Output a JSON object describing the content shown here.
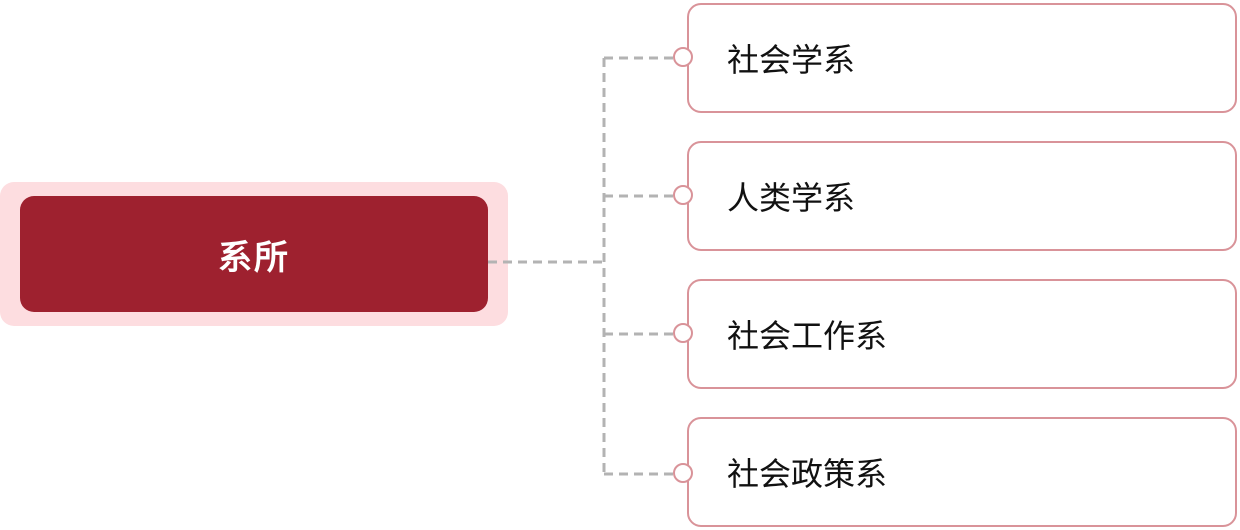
{
  "diagram": {
    "root": {
      "label": "系所"
    },
    "children": [
      {
        "label": "社会学系"
      },
      {
        "label": "人类学系"
      },
      {
        "label": "社会工作系"
      },
      {
        "label": "社会政策系"
      }
    ]
  },
  "colors": {
    "root_fill": "#9e212f",
    "root_halo": "#fddde0",
    "child_border": "#d99399",
    "connector": "#b3b3b3"
  }
}
